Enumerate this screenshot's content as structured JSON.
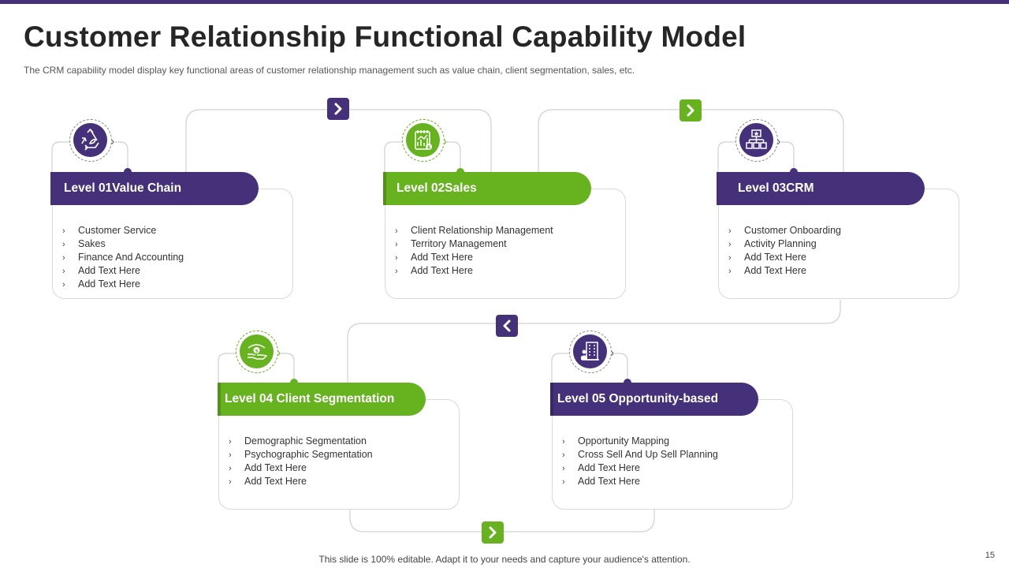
{
  "title": "Customer Relationship Functional Capability Model",
  "subtitle": "The CRM capability model display key functional areas of customer relationship management such as value chain, client segmentation, sales, etc.",
  "footer": "This slide is 100% editable. Adapt it to your needs and capture your audience's attention.",
  "page_number": "15",
  "colors": {
    "purple": "#45307a",
    "green": "#66b21f"
  },
  "levels": [
    {
      "label": "Level 01Value Chain",
      "icon": "recycle-icon",
      "items": [
        "Customer Service",
        "Sakes",
        "Finance And Accounting",
        "Add Text Here",
        "Add Text Here"
      ]
    },
    {
      "label": "Level 02Sales",
      "icon": "sales-chart-icon",
      "items": [
        "Client Relationship Management",
        "Territory Management",
        "Add Text Here",
        "Add Text Here"
      ]
    },
    {
      "label": "Level 03CRM",
      "icon": "org-chart-icon",
      "items": [
        "Customer Onboarding",
        "Activity Planning",
        "Add Text Here",
        "Add Text Here"
      ]
    },
    {
      "label": "Level 04 Client Segmentation",
      "icon": "hand-money-icon",
      "items": [
        "Demographic  Segmentation",
        "Psychographic Segmentation",
        "Add Text Here",
        "Add Text Here"
      ]
    },
    {
      "label": "Level 05 Opportunity-based",
      "icon": "building-opportunity-icon",
      "items": [
        "Opportunity Mapping",
        "Cross Sell And Up Sell Planning",
        "Add Text Here",
        "Add Text Here"
      ]
    }
  ]
}
